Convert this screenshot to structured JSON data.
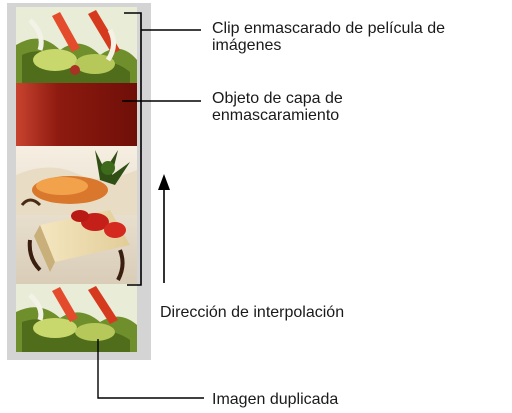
{
  "callouts": {
    "masked_clip": {
      "line1": "Clip enmascarado de película de",
      "line2": "imágenes"
    },
    "mask_layer": {
      "line1": "Objeto de capa de",
      "line2": "enmascaramiento"
    },
    "direction": {
      "text": "Dirección de interpolación"
    },
    "duplicate": {
      "text": "Imagen duplicada"
    }
  },
  "colors": {
    "frame": "#d4d4d4",
    "mask": "#9b1c12",
    "lines": "#000000"
  }
}
